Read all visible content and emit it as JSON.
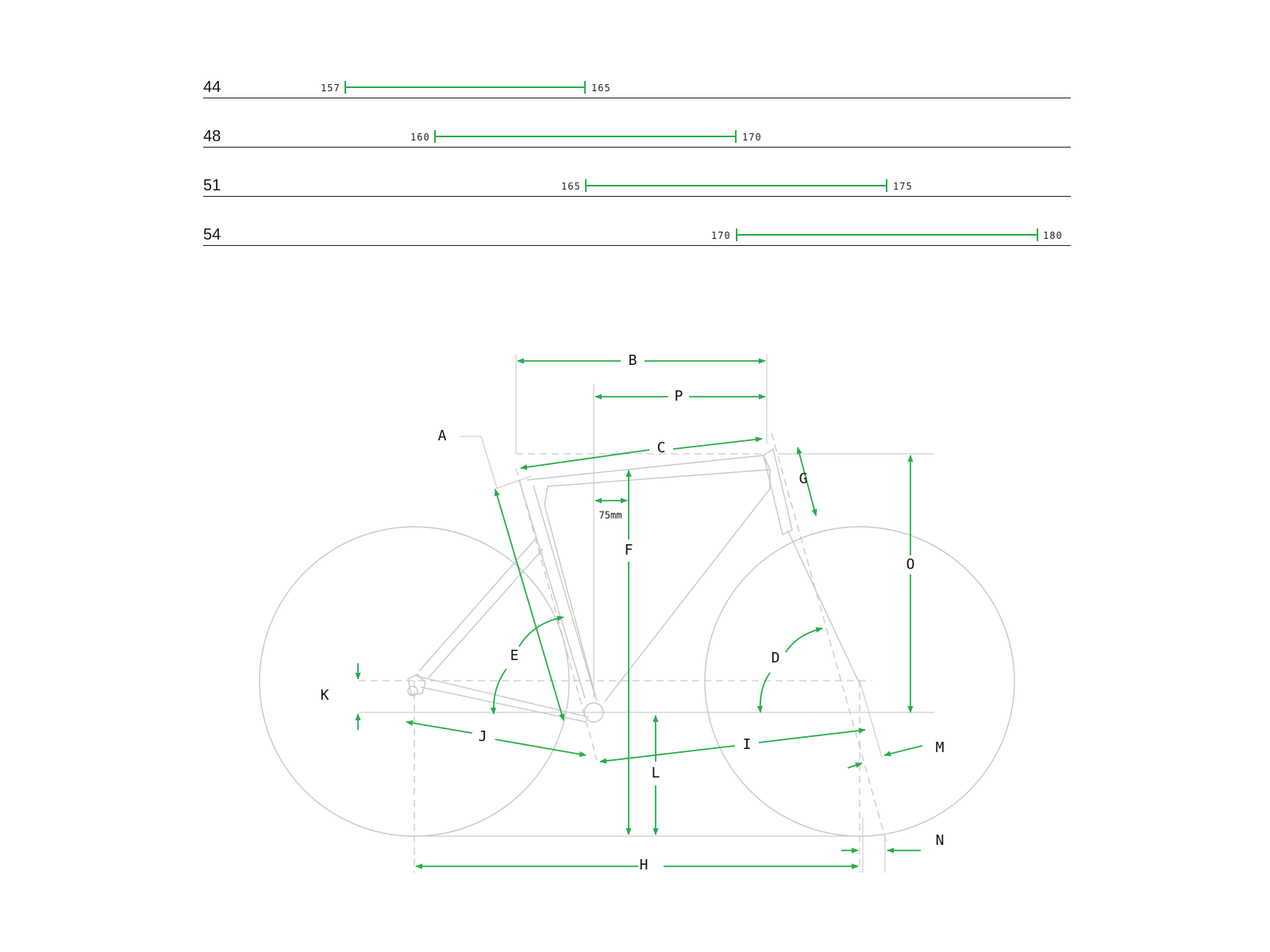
{
  "size_chart": {
    "rows": [
      {
        "size": "44",
        "min": "157",
        "max": "165"
      },
      {
        "size": "48",
        "min": "160",
        "max": "170"
      },
      {
        "size": "51",
        "min": "165",
        "max": "175"
      },
      {
        "size": "54",
        "min": "170",
        "max": "180"
      }
    ]
  },
  "geometry": {
    "labels": {
      "A": "A",
      "B": "B",
      "C": "C",
      "D": "D",
      "E": "E",
      "F": "F",
      "G": "G",
      "H": "H",
      "I": "I",
      "J": "J",
      "K": "K",
      "L": "L",
      "M": "M",
      "N": "N",
      "O": "O",
      "P": "P"
    },
    "offset_note": "75mm"
  },
  "colors": {
    "accent": "#27ae48",
    "frame_line": "#c9c9c9",
    "text": "#111111"
  }
}
